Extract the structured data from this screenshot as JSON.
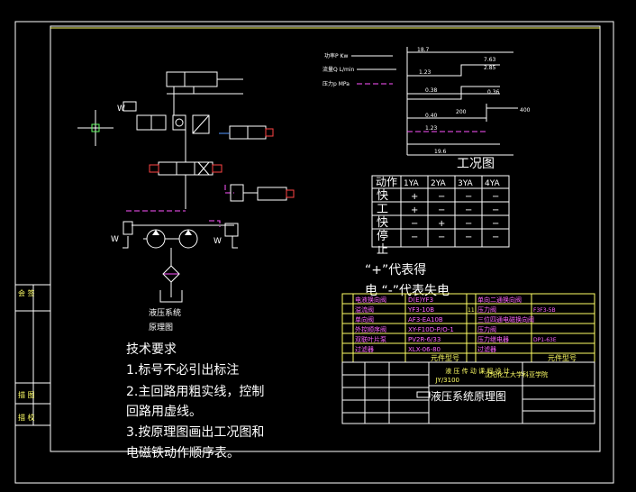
{
  "legend": {
    "power": "功率P  Kw",
    "flow": "流量Q  L/min",
    "pressure": "压力p  MPa"
  },
  "chart_title": "工况图",
  "chart_values": {
    "v1": "18.7",
    "v2": "7.63",
    "v3": "2.85",
    "v4": "1.23",
    "v5": "0.38",
    "v6": "0.36",
    "v7": "200",
    "v8": "400",
    "v9": "0.40",
    "v10": "1.23",
    "v11": "19.6"
  },
  "seq_table": {
    "headers": [
      "动作",
      "1YA",
      "2YA",
      "3YA",
      "4YA"
    ],
    "rows": [
      [
        "快",
        "+",
        "−",
        "−",
        "−"
      ],
      [
        "工",
        "+",
        "−",
        "−",
        "−"
      ],
      [
        "快",
        "−",
        "+",
        "−",
        "−"
      ],
      [
        "停",
        "−",
        "−",
        "−",
        "−"
      ],
      [
        "止",
        "",
        "",
        "",
        ""
      ]
    ]
  },
  "plus_note": "“+”代表得",
  "minus_note": "电  “-”代表失电",
  "diagram_caption": [
    "液压系统",
    "原理图"
  ],
  "req_title": "技术要求",
  "req_lines": [
    "1.标号不必引出标注",
    "2.主回路用粗实线，控制",
    "回路用虚线。",
    "3.按原理图画出工况图和",
    "电磁铁动作顺序表。"
  ],
  "bom_rows": [
    {
      "no": "",
      "name": "电液换向阀",
      "model": "D(E)YF3",
      "no2": "",
      "name2": "单向二通换向阀",
      "model2": ""
    },
    {
      "no": "",
      "name": "溢流阀",
      "model": "YF3-10B",
      "no2": "11",
      "name2": "压力阀",
      "model2": "F3F3-5B"
    },
    {
      "no": "",
      "name": "单向阀",
      "model": "AF3-EA10B",
      "no2": "",
      "name2": "三位四通电磁换向阀",
      "model2": ""
    },
    {
      "no": "",
      "name": "外控顺序阀",
      "model": "XY-F10D-P/O-1",
      "no2": "",
      "name2": "压力阀",
      "model2": ""
    },
    {
      "no": "",
      "name": "双联叶片泵",
      "model": "PV2R-6/33",
      "no2": "",
      "name2": "压力继电器",
      "model2": "DP1-63E"
    },
    {
      "no": "",
      "name": "过滤器",
      "model": "XLX-06-80",
      "no2": "",
      "name2": "过滤器",
      "model2": ""
    }
  ],
  "bom_footer": {
    "left": "元件型号",
    "right": "元件型号"
  },
  "title_block": {
    "course": "液 压 传 动 课 程 设 计",
    "school": "沈阳化工大学科亚学院",
    "drawing_title": "液压系统原理图",
    "unit_label": "JY/3100"
  },
  "side_labels": {
    "a": "会 签",
    "b": "描 图",
    "c": "描 校"
  }
}
